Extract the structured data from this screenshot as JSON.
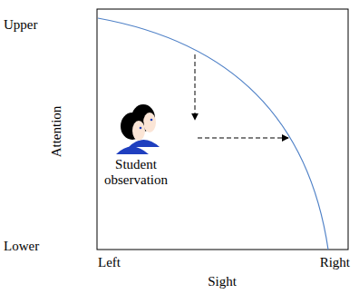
{
  "diagram": {
    "labels": [
      "Upper",
      "Attention",
      "Lower",
      "Left",
      "Sight",
      "Right",
      "Student observation"
    ]
  }
}
